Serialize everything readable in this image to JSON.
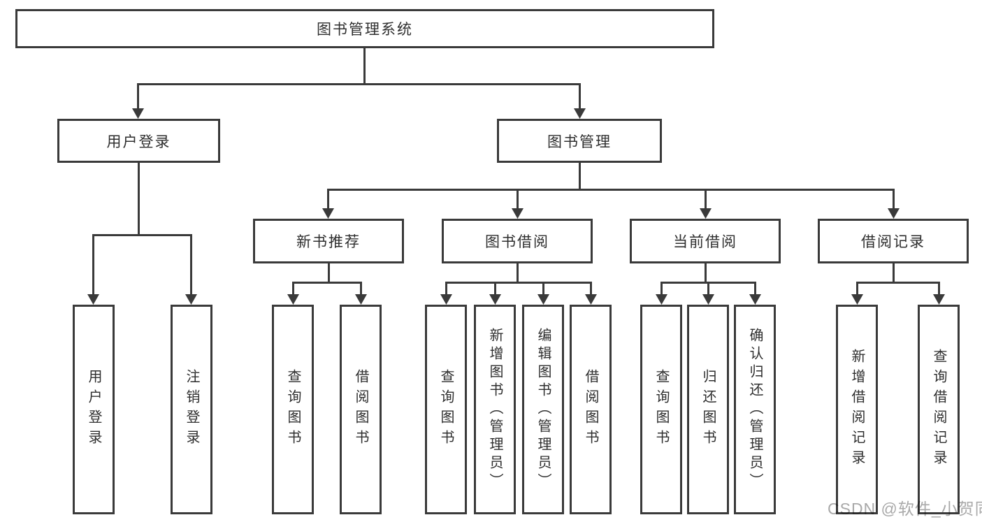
{
  "diagram": {
    "root": {
      "label": "图书管理系统"
    },
    "branches": [
      {
        "label": "用户登录",
        "children": [
          "用户登录",
          "注销登录"
        ]
      },
      {
        "label": "图书管理",
        "children": [
          {
            "label": "新书推荐",
            "children": [
              "查询图书",
              "借阅图书"
            ]
          },
          {
            "label": "图书借阅",
            "children": [
              "查询图书",
              "新增图书（管理员）",
              "编辑图书（管理员）",
              "借阅图书"
            ]
          },
          {
            "label": "当前借阅",
            "children": [
              "查询图书",
              "归还图书",
              "确认归还（管理员）"
            ]
          },
          {
            "label": "借阅记录",
            "children": [
              "新增借阅记录",
              "查询借阅记录"
            ]
          }
        ]
      }
    ]
  },
  "watermark": "CSDN @软件_小贺同学",
  "colors": {
    "line": "#3a3a3a",
    "text": "#2e2e2e",
    "box_background": "#ffffff",
    "watermark": "#a9a9a9",
    "page_background": "#ffffff"
  }
}
